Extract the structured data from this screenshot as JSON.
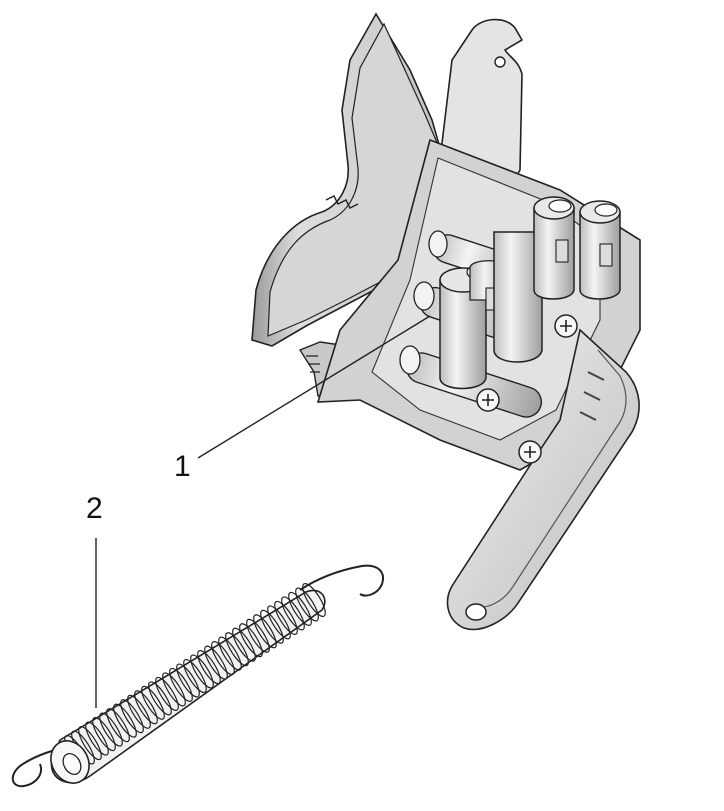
{
  "callouts": [
    {
      "number": "1",
      "part": "mechanism-assembly"
    },
    {
      "number": "2",
      "part": "tension-spring"
    }
  ],
  "colors": {
    "background": "#ffffff",
    "line": "#222222",
    "part_light": "#e8e8e8",
    "part_mid": "#c9c9c9",
    "part_dark": "#8a8a8a",
    "part_shadow": "#6e6e6e"
  }
}
